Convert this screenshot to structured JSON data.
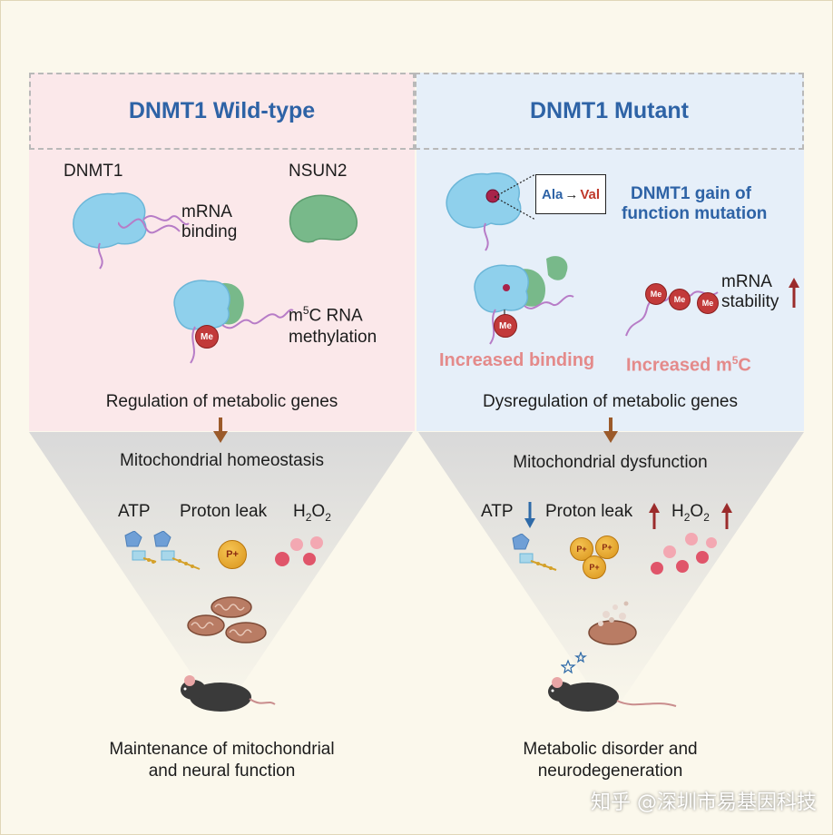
{
  "left_panel": {
    "title": "DNMT1 Wild-type",
    "dnmt1_label": "DNMT1",
    "nsun2_label": "NSUN2",
    "mrna_binding": [
      "mRNA",
      "binding"
    ],
    "methylation": {
      "prefix": "m",
      "sup": "5",
      "suffix": "C RNA",
      "line2": "methylation"
    },
    "me_label": "Me",
    "regulation": "Regulation of metabolic genes",
    "mito": "Mitochondrial homeostasis",
    "atp": "ATP",
    "proton_leak": "Proton leak",
    "h2o2": {
      "a": "H",
      "sub1": "2",
      "b": "O",
      "sub2": "2"
    },
    "outcome": [
      "Maintenance of mitochondrial",
      "and neural function"
    ]
  },
  "right_panel": {
    "title": "DNMT1 Mutant",
    "mutation_box": {
      "from": "Ala",
      "arrow": "→",
      "to": "Val"
    },
    "mutation_label": [
      "DNMT1 gain of",
      "function mutation"
    ],
    "mrna_stability": [
      "mRNA",
      "stability"
    ],
    "increased_binding": "Increased binding",
    "increased_m5c": {
      "prefix": "Increased  m",
      "sup": "5",
      "suffix": "C"
    },
    "me_label": "Me",
    "dysregulation": "Dysregulation of metabolic genes",
    "mito": "Mitochondrial dysfunction",
    "atp": "ATP",
    "proton_leak": "Proton leak",
    "h2o2": {
      "a": "H",
      "sub1": "2",
      "b": "O",
      "sub2": "2"
    },
    "outcome": [
      "Metabolic disorder and",
      "neurodegeneration"
    ]
  },
  "proton_symbol": "P+",
  "watermark": "知乎 @深圳市易基因科技",
  "colors": {
    "title_blue": "#2e63a6",
    "left_bg": "#fbe8ea",
    "right_bg": "#e6eff9",
    "protein_blue": "#8fd0ec",
    "protein_green": "#78b98a",
    "rna_purple": "#b77cc7",
    "me_red": "#c23a3a",
    "arrow_brown": "#9b5a2a",
    "accent_pink": "#e48a8a"
  }
}
